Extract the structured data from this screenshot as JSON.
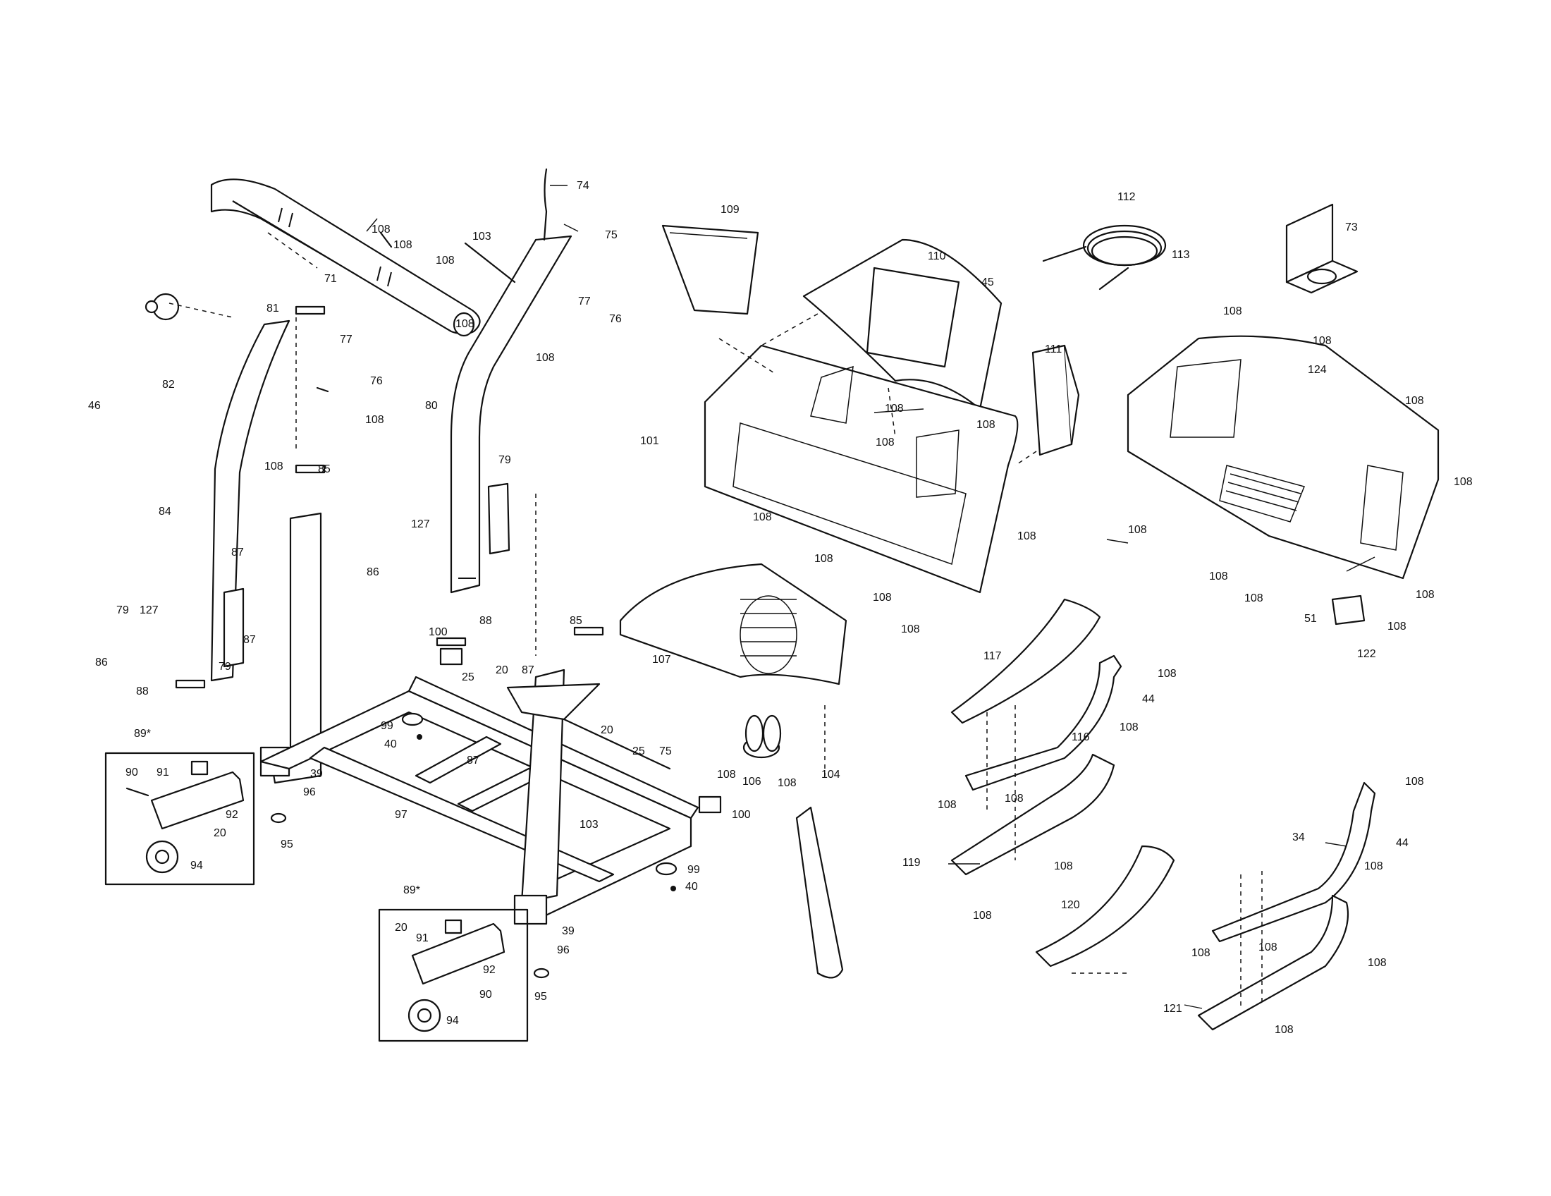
{
  "diagram": {
    "callouts": {
      "c71": "71",
      "c74": "74",
      "c75a": "75",
      "c103a": "103",
      "c108_a1": "108",
      "c108_a2": "108",
      "c108_b": "108",
      "c108_c": "108",
      "c108_d": "108",
      "c77a": "77",
      "c76a": "76",
      "c81": "81",
      "c77b": "77",
      "c76b": "76",
      "c82": "82",
      "c46": "46",
      "c108_e": "108",
      "c108_f": "108",
      "c80": "80",
      "c84": "84",
      "c85a": "85",
      "c79a": "79",
      "c127a": "127",
      "c86a": "86",
      "c87a": "87",
      "c87b": "87",
      "c79b": "79",
      "c127b": "127",
      "c86b": "86",
      "c79c": "79",
      "c88a": "88",
      "c88b": "88",
      "c100a": "100",
      "c25a": "25",
      "c20a": "20",
      "c87c": "87",
      "c85b": "85",
      "c99a": "99",
      "c40a": "40",
      "c89a": "89*",
      "c90a": "90",
      "c91a": "91",
      "c92a": "92",
      "c20b": "20",
      "c94a": "94",
      "c39a": "39",
      "c96a": "96",
      "c95a": "95",
      "c97": "97",
      "c87d": "87",
      "c20c": "20",
      "c25b": "25",
      "c75b": "75",
      "c103b": "103",
      "c100b": "100",
      "c99b": "99",
      "c40b": "40",
      "c89b": "89*",
      "c20d": "20",
      "c91b": "91",
      "c92b": "92",
      "c90b": "90",
      "c94b": "94",
      "c39b": "39",
      "c96b": "96",
      "c95b": "95",
      "c109": "109",
      "c110": "110",
      "c45": "45",
      "c112": "112",
      "c113": "113",
      "c73": "73",
      "c111": "111",
      "c101": "101",
      "c108_g": "108",
      "c108_h": "108",
      "c108_i": "108",
      "c108_j": "108",
      "c108_k": "108",
      "c108_l": "108",
      "c108_m": "108",
      "c108_n": "108",
      "c107": "107",
      "c106": "106",
      "c108_o": "108",
      "c108_p": "108",
      "c104": "104",
      "c108_q": "108",
      "c108_r": "108",
      "c124": "124",
      "c108_s": "108",
      "c108_t": "108",
      "c108_u": "108",
      "c108_v": "108",
      "c108_w": "108",
      "c108_x": "108",
      "c51": "51",
      "c108_y": "108",
      "c122": "122",
      "c117": "117",
      "c108_z": "108",
      "c44a": "44",
      "c108_aa": "108",
      "c116": "116",
      "c108_ab": "108",
      "c108_ac": "108",
      "c119": "119",
      "c108_ad": "108",
      "c108_ae": "108",
      "c120": "120",
      "c108_af": "108",
      "c34": "34",
      "c44b": "44",
      "c108_ag": "108",
      "c108_ah": "108",
      "c108_ai": "108",
      "c108_aj": "108",
      "c121": "121",
      "c108_ak": "108"
    }
  }
}
